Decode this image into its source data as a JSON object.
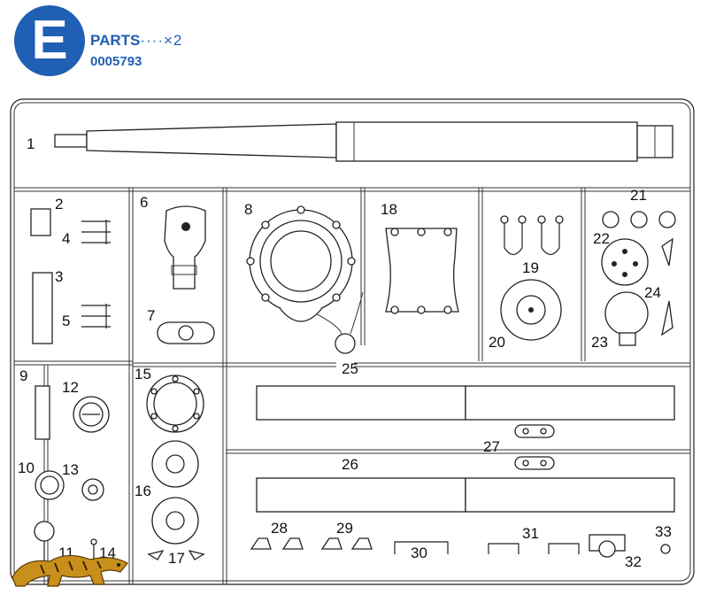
{
  "header": {
    "badge_letter": "E",
    "title": "PARTS",
    "quantity": "····×2",
    "part_code": "0005793"
  },
  "part_labels": [
    "1",
    "2",
    "3",
    "4",
    "5",
    "6",
    "7",
    "8",
    "9",
    "10",
    "11",
    "12",
    "13",
    "14",
    "15",
    "16",
    "17",
    "18",
    "19",
    "20",
    "21",
    "22",
    "23",
    "24",
    "25",
    "26",
    "27",
    "28",
    "29",
    "30",
    "31",
    "32",
    "33"
  ],
  "colors": {
    "accent": "#1f5fb4",
    "line": "#222222",
    "logo": "#c8901a"
  },
  "icons": [
    "tiger-logo-icon"
  ]
}
